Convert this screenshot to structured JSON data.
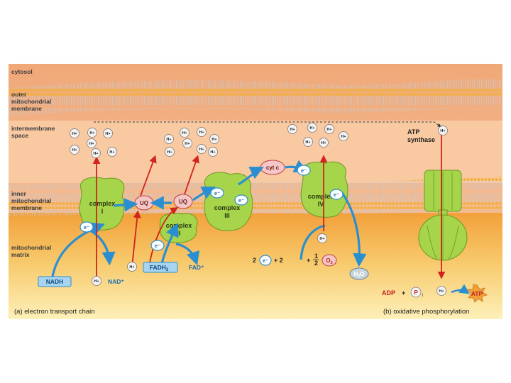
{
  "regions": {
    "cytosol": "cytosol",
    "outer_membrane": [
      "outer",
      "mitochondrial",
      "membrane"
    ],
    "intermembrane_space": [
      "intermembrane",
      "space"
    ],
    "inner_membrane": [
      "inner",
      "mitochondrial",
      "membrane"
    ],
    "matrix": [
      "mitochondrial",
      "matrix"
    ]
  },
  "ion_label": "H+",
  "complexes": {
    "c1": [
      "complex",
      "I"
    ],
    "c2": [
      "complex",
      "II"
    ],
    "c3": [
      "complex",
      "III"
    ],
    "c4": [
      "complex",
      "IV"
    ]
  },
  "uq_label": "UQ",
  "cytc_label": "cyt c",
  "electron_label": "e⁻",
  "atp_synthase_label": [
    "ATP",
    "synthase"
  ],
  "nadh_label": "NADH",
  "nad_label": "NAD⁺",
  "fadh2_label": "FADH",
  "fadh2_sub": "2",
  "fad_label": "FAD⁺",
  "equation": {
    "coef_2a": "2",
    "plus1": "+ 2",
    "plus2": "+",
    "half_num": "1",
    "half_den": "2",
    "o2": "O",
    "o2_sub": "2"
  },
  "water_label": "H",
  "water_sub": "2",
  "water_end": "O",
  "adp_label": "ADP",
  "plus_label": "+",
  "pi_label": "P",
  "pi_sub": "i",
  "atp_label": "ATP",
  "panel_a": "(a) electron transport chain",
  "panel_b": "(b) oxidative phosphorylation",
  "colors": {
    "cytosol": "#f4b88c",
    "intermembrane": "#f9c7a0",
    "matrix_top": "#f4a640",
    "matrix_bottom": "#fbe5a0",
    "protein": "#a6d44a",
    "electron_path": "#2a8fd0",
    "proton_path": "#d0241c"
  }
}
